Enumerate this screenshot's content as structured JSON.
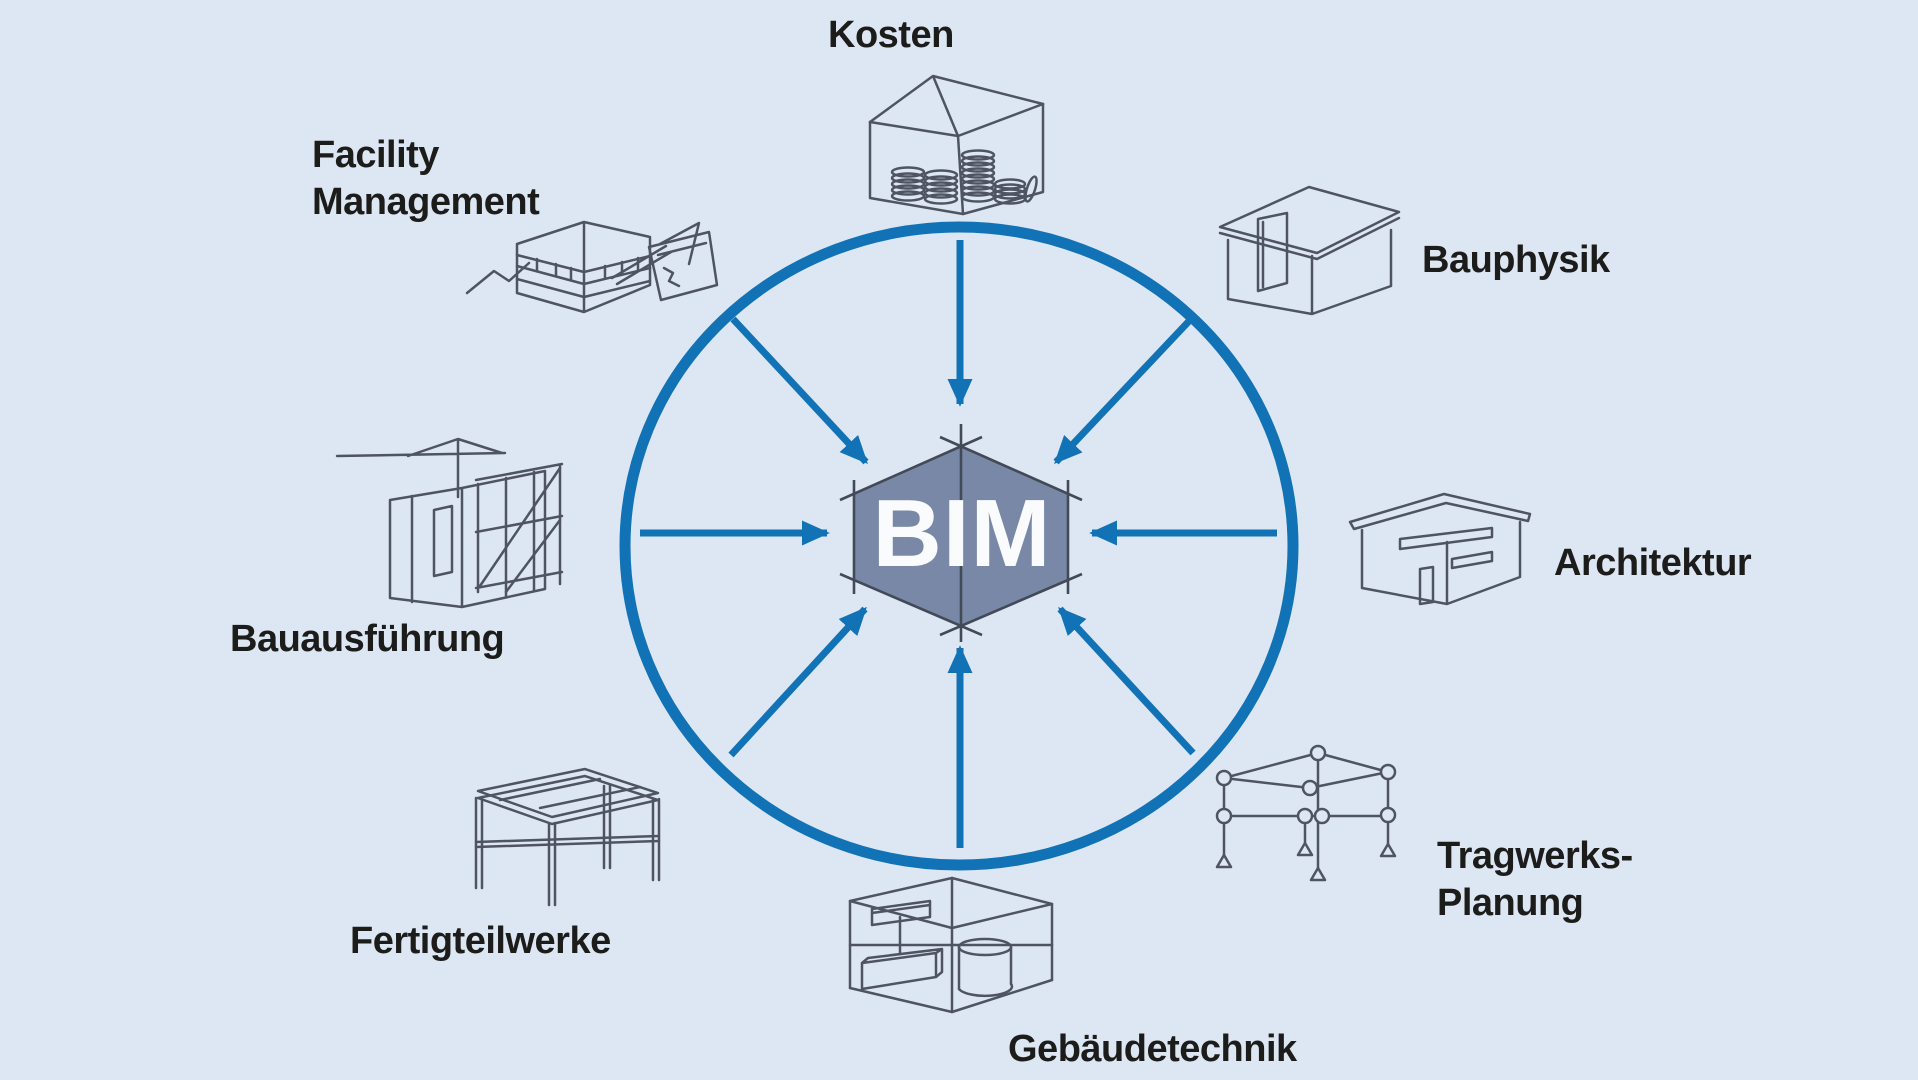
{
  "diagram_title": "BIM central model diagram",
  "center": {
    "label": "BIM"
  },
  "colors": {
    "background": "#dde7f3",
    "circle_and_arrows": "#1272b6",
    "hexagon_fill": "#7888a6",
    "hexagon_outline": "#434a57",
    "sketch_lines": "#4e5460",
    "label_text": "#1c1c1a",
    "center_text": "#fafbfd"
  },
  "nodes": [
    {
      "id": "kosten",
      "label": "Kosten",
      "icon": "coin-stacks-box-icon"
    },
    {
      "id": "bauphysik",
      "label": "Bauphysik",
      "icon": "house-shell-icon"
    },
    {
      "id": "architektur",
      "label": "Architektur",
      "icon": "modern-house-icon"
    },
    {
      "id": "tragwerksplanung",
      "label": "Tragwerks-\nPlanung",
      "icon": "structural-frame-icon"
    },
    {
      "id": "gebaeudetechnik",
      "label": "Gebäudetechnik",
      "icon": "building-services-room-icon"
    },
    {
      "id": "fertigteilwerke",
      "label": "Fertigteilwerke",
      "icon": "precast-frame-icon"
    },
    {
      "id": "bauausfuehrung",
      "label": "Bauausführung",
      "icon": "construction-scaffold-icon"
    },
    {
      "id": "facility_management",
      "label": "Facility\nManagement",
      "icon": "office-building-trend-icon"
    }
  ]
}
